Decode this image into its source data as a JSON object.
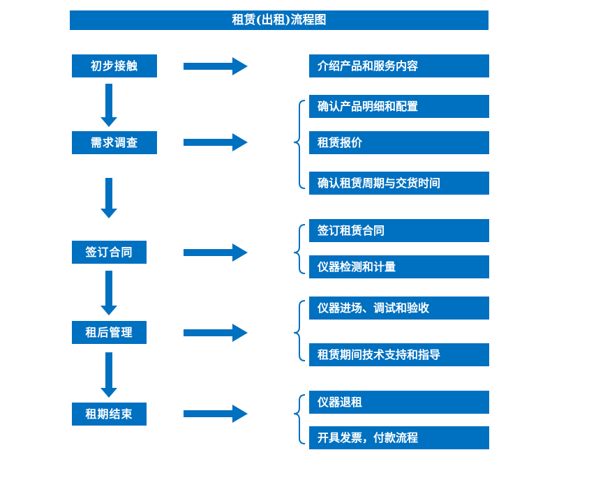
{
  "title": "租赁(出租)流程图",
  "colors": {
    "primary": "#0070C0",
    "box_text": "#ffffff"
  },
  "steps": [
    {
      "label": "初步接触",
      "outputs": [
        "介绍产品和服务内容"
      ]
    },
    {
      "label": "需求调查",
      "outputs": [
        "确认产品明细和配置",
        "租赁报价",
        "确认租赁周期与交货时间"
      ]
    },
    {
      "label": "签订合同",
      "outputs": [
        "签订租赁合同",
        "仪器检测和计量"
      ]
    },
    {
      "label": "租后管理",
      "outputs": [
        "仪器进场、调试和验收",
        "租赁期间技术支持和指导"
      ]
    },
    {
      "label": "租期结束",
      "outputs": [
        "仪器退租",
        "开具发票，付款流程"
      ]
    }
  ]
}
